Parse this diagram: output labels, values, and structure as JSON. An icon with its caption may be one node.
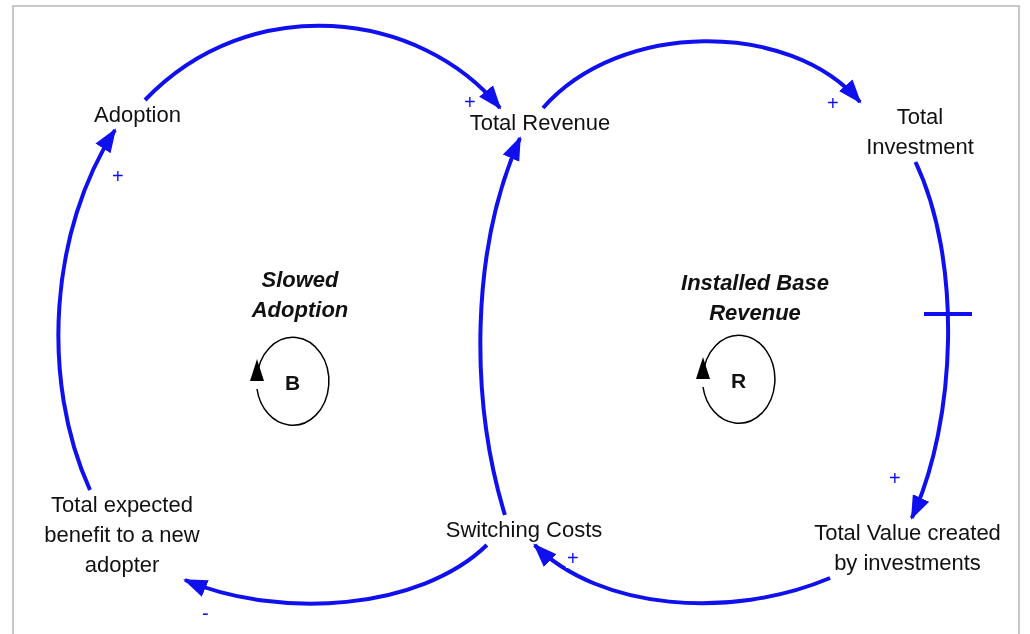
{
  "diagram": {
    "nodes": [
      {
        "text": [
          "Adoption"
        ]
      },
      {
        "text": [
          "Total Revenue"
        ]
      },
      {
        "text": [
          "Total Investment"
        ]
      },
      {
        "text": [
          "Total expected benefit to a new adopter"
        ]
      },
      {
        "text": [
          "Switching Costs"
        ]
      },
      {
        "text": [
          "Total Value created by investments"
        ]
      }
    ],
    "edges": [
      {
        "from": 0,
        "to": 1,
        "arrow": "to",
        "label": "+"
      },
      {
        "from": 1,
        "to": 2,
        "arrow": "to",
        "label": "+"
      },
      {
        "from": 2,
        "to": 5,
        "arrow": "to",
        "label": "+"
      },
      {
        "from": 5,
        "to": 4,
        "arrow": "to",
        "label": "+"
      },
      {
        "from": 4,
        "to": 1,
        "arrow": "to"
      },
      {
        "from": 4,
        "to": 3,
        "arrow": "to",
        "label": "-"
      },
      {
        "from": 3,
        "to": 0,
        "arrow": "to",
        "label": "+"
      }
    ],
    "labels": [
      "Slowed Adoption",
      "B",
      "Installed Base Revenue",
      "R"
    ]
  }
}
